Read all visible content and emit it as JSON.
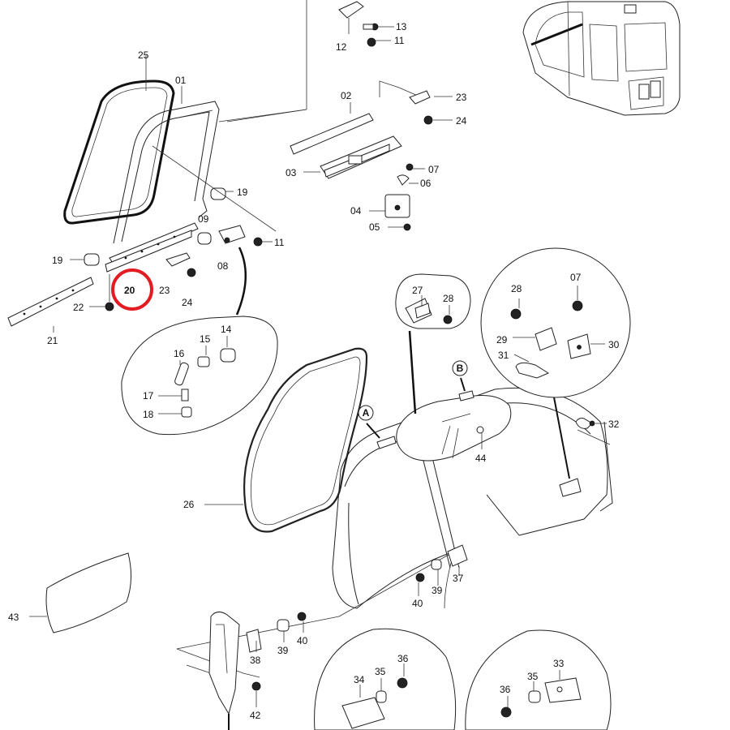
{
  "highlight": {
    "label": "20",
    "color": "#e31b23"
  },
  "callouts": {
    "a": "A",
    "b": "B"
  },
  "parts": [
    {
      "id": "p01",
      "label": "01"
    },
    {
      "id": "p02",
      "label": "02"
    },
    {
      "id": "p03",
      "label": "03"
    },
    {
      "id": "p04",
      "label": "04"
    },
    {
      "id": "p05",
      "label": "05"
    },
    {
      "id": "p06",
      "label": "06"
    },
    {
      "id": "p07a",
      "label": "07"
    },
    {
      "id": "p07b",
      "label": "07"
    },
    {
      "id": "p08",
      "label": "08"
    },
    {
      "id": "p09",
      "label": "09"
    },
    {
      "id": "p11a",
      "label": "11"
    },
    {
      "id": "p11b",
      "label": "11"
    },
    {
      "id": "p12",
      "label": "12"
    },
    {
      "id": "p13",
      "label": "13"
    },
    {
      "id": "p14",
      "label": "14"
    },
    {
      "id": "p15",
      "label": "15"
    },
    {
      "id": "p16",
      "label": "16"
    },
    {
      "id": "p17",
      "label": "17"
    },
    {
      "id": "p18",
      "label": "18"
    },
    {
      "id": "p19a",
      "label": "19"
    },
    {
      "id": "p19b",
      "label": "19"
    },
    {
      "id": "p21",
      "label": "21"
    },
    {
      "id": "p22",
      "label": "22"
    },
    {
      "id": "p23a",
      "label": "23"
    },
    {
      "id": "p23b",
      "label": "23"
    },
    {
      "id": "p24a",
      "label": "24"
    },
    {
      "id": "p24b",
      "label": "24"
    },
    {
      "id": "p25",
      "label": "25"
    },
    {
      "id": "p26",
      "label": "26"
    },
    {
      "id": "p27",
      "label": "27"
    },
    {
      "id": "p28a",
      "label": "28"
    },
    {
      "id": "p28b",
      "label": "28"
    },
    {
      "id": "p29",
      "label": "29"
    },
    {
      "id": "p30",
      "label": "30"
    },
    {
      "id": "p31",
      "label": "31"
    },
    {
      "id": "p32",
      "label": "32"
    },
    {
      "id": "p33",
      "label": "33"
    },
    {
      "id": "p34",
      "label": "34"
    },
    {
      "id": "p35a",
      "label": "35"
    },
    {
      "id": "p35b",
      "label": "35"
    },
    {
      "id": "p36a",
      "label": "36"
    },
    {
      "id": "p36b",
      "label": "36"
    },
    {
      "id": "p37",
      "label": "37"
    },
    {
      "id": "p38",
      "label": "38"
    },
    {
      "id": "p39a",
      "label": "39"
    },
    {
      "id": "p39b",
      "label": "39"
    },
    {
      "id": "p40a",
      "label": "40"
    },
    {
      "id": "p40b",
      "label": "40"
    },
    {
      "id": "p42",
      "label": "42"
    },
    {
      "id": "p43",
      "label": "43"
    },
    {
      "id": "p44",
      "label": "44"
    }
  ]
}
